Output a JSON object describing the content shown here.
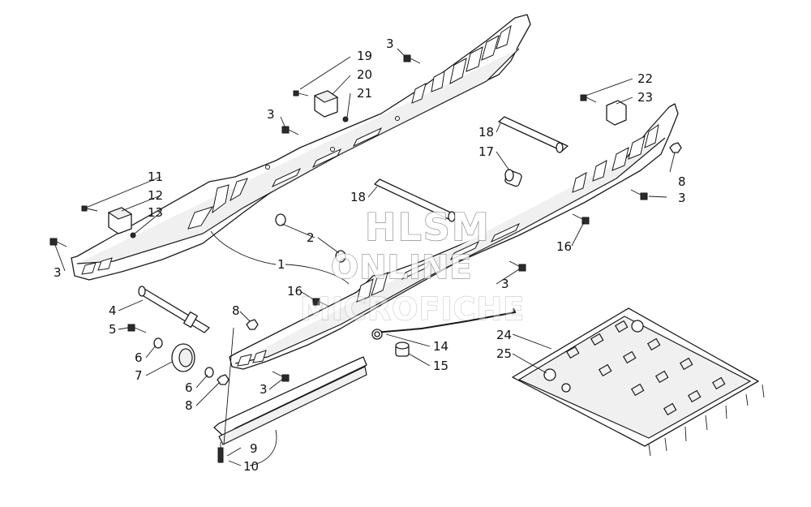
{
  "watermark": {
    "line1": "HLSM",
    "line2": "ONLINE",
    "line3": "MICROFICHE"
  },
  "callouts": [
    {
      "id": "c3a",
      "text": "3"
    },
    {
      "id": "c19",
      "text": "19"
    },
    {
      "id": "c20",
      "text": "20"
    },
    {
      "id": "c21",
      "text": "21"
    },
    {
      "id": "c3b",
      "text": "3"
    },
    {
      "id": "c22",
      "text": "22"
    },
    {
      "id": "c23",
      "text": "23"
    },
    {
      "id": "c18a",
      "text": "18"
    },
    {
      "id": "c17",
      "text": "17"
    },
    {
      "id": "c8a",
      "text": "8"
    },
    {
      "id": "c3c",
      "text": "3"
    },
    {
      "id": "c11",
      "text": "11"
    },
    {
      "id": "c12",
      "text": "12"
    },
    {
      "id": "c13",
      "text": "13"
    },
    {
      "id": "c18b",
      "text": "18"
    },
    {
      "id": "c16a",
      "text": "16"
    },
    {
      "id": "c2",
      "text": "2"
    },
    {
      "id": "c3d",
      "text": "3"
    },
    {
      "id": "c1",
      "text": "1"
    },
    {
      "id": "c3e",
      "text": "3"
    },
    {
      "id": "c16b",
      "text": "16"
    },
    {
      "id": "c4",
      "text": "4"
    },
    {
      "id": "c8b",
      "text": "8"
    },
    {
      "id": "c5",
      "text": "5"
    },
    {
      "id": "c24",
      "text": "24"
    },
    {
      "id": "c6a",
      "text": "6"
    },
    {
      "id": "c25",
      "text": "25"
    },
    {
      "id": "c14",
      "text": "14"
    },
    {
      "id": "c7",
      "text": "7"
    },
    {
      "id": "c15",
      "text": "15"
    },
    {
      "id": "c6b",
      "text": "6"
    },
    {
      "id": "c3f",
      "text": "3"
    },
    {
      "id": "c8c",
      "text": "8"
    },
    {
      "id": "c9",
      "text": "9"
    },
    {
      "id": "c10",
      "text": "10"
    }
  ]
}
